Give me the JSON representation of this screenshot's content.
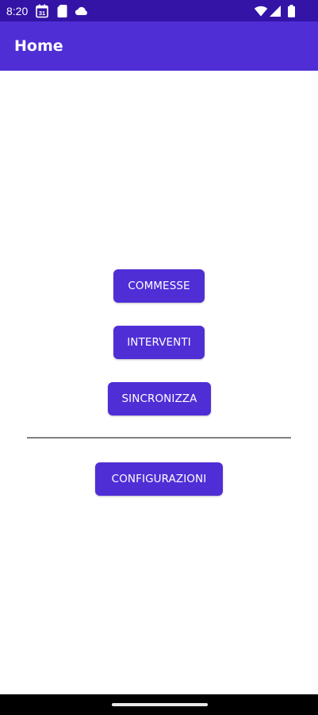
{
  "status_bar": {
    "time": "8:20",
    "icons": [
      "calendar-icon",
      "sim-card-icon",
      "cloud-icon",
      "wifi-icon",
      "signal-icon",
      "battery-icon"
    ],
    "calendar_day": "31"
  },
  "app_bar": {
    "title": "Home"
  },
  "menu": {
    "commesse_label": "COMMESSE",
    "interventi_label": "INTERVENTI",
    "sincronizza_label": "SINCRONIZZA",
    "configurazioni_label": "CONFIGURAZIONI"
  },
  "colors": {
    "status_bar": "#3314a6",
    "primary": "#4f2ed6",
    "button_text": "#ffffff",
    "divider": "#808080",
    "background": "#ffffff"
  }
}
